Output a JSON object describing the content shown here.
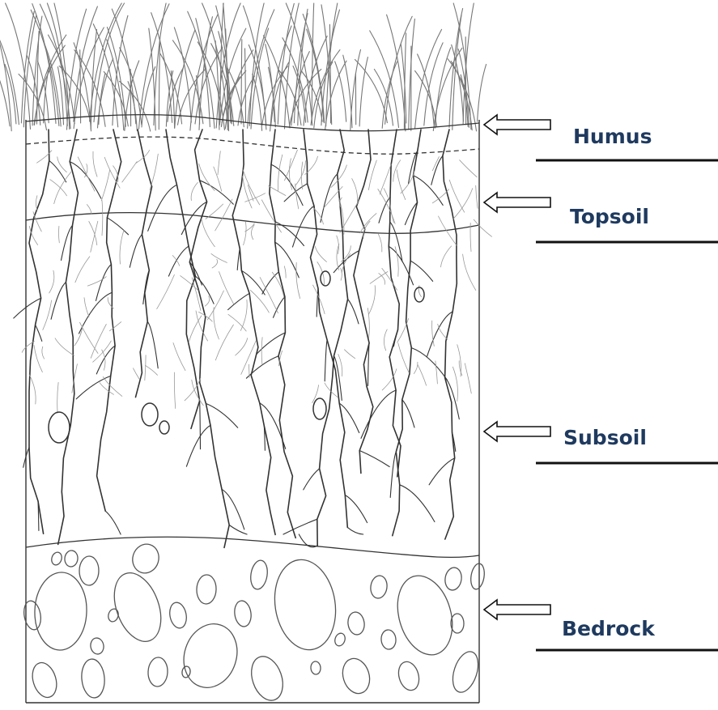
{
  "diagram": {
    "layers": [
      {
        "id": "humus",
        "label": "Humus"
      },
      {
        "id": "topsoil",
        "label": "Topsoil"
      },
      {
        "id": "subsoil",
        "label": "Subsoil"
      },
      {
        "id": "bedrock",
        "label": "Bedrock"
      }
    ],
    "colors": {
      "label_text": "#1f3a5f",
      "line": "#111111",
      "sketch": "#555555",
      "background": "#ffffff"
    }
  }
}
